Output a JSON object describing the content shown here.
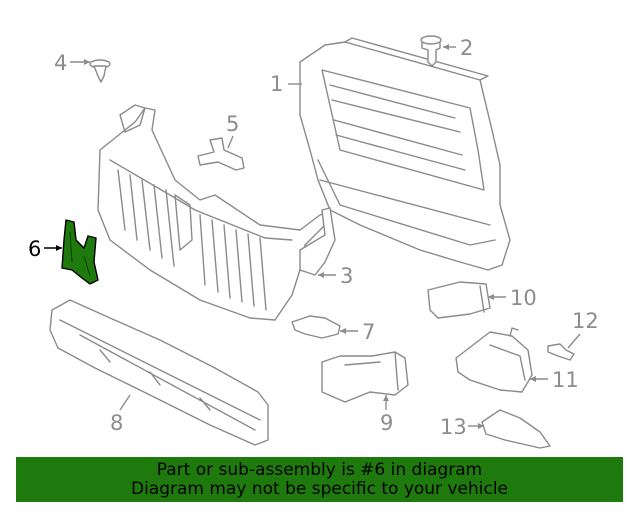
{
  "diagram": {
    "highlighted_part": "6",
    "highlight_color": "#1f7a0d",
    "callouts": {
      "c1": "1",
      "c2": "2",
      "c3": "3",
      "c4": "4",
      "c5": "5",
      "c6": "6",
      "c7": "7",
      "c8": "8",
      "c9": "9",
      "c10": "10",
      "c11": "11",
      "c12": "12",
      "c13": "13"
    }
  },
  "banner": {
    "line1": "Part or sub-assembly is #6 in diagram",
    "line2": "Diagram may not be specific to your vehicle",
    "background": "#1f7a0d"
  }
}
